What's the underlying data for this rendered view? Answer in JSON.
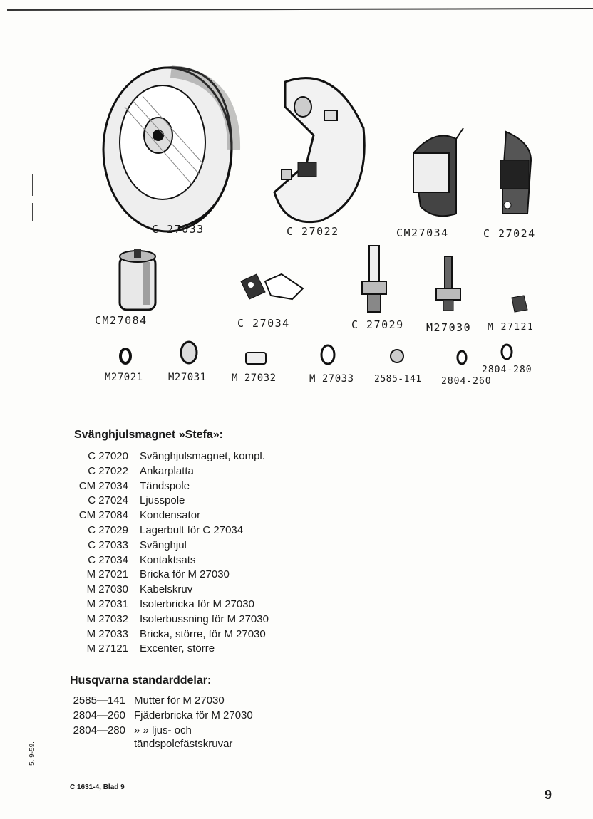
{
  "part_labels": [
    {
      "text": "C 27033"
    },
    {
      "text": "C 27022"
    },
    {
      "text": "CM27034"
    },
    {
      "text": "C 27024"
    },
    {
      "text": "CM27084"
    },
    {
      "text": "C 27034"
    },
    {
      "text": "C 27029"
    },
    {
      "text": "M27030"
    },
    {
      "text": "M 27121"
    },
    {
      "text": "M27021"
    },
    {
      "text": "M27031"
    },
    {
      "text": "M 27032"
    },
    {
      "text": "M 27033"
    },
    {
      "text": "2585-141"
    },
    {
      "text": "2804-280"
    },
    {
      "text": "2804-260"
    }
  ],
  "section1": {
    "title": "Svänghjulsmagnet »Stefa»:",
    "rows": [
      {
        "code": "C 27020",
        "desc": "Svänghjulsmagnet, kompl."
      },
      {
        "code": "C 27022",
        "desc": "Ankarplatta"
      },
      {
        "code": "CM 27034",
        "desc": "Tändspole"
      },
      {
        "code": "C 27024",
        "desc": "Ljusspole"
      },
      {
        "code": "CM 27084",
        "desc": "Kondensator"
      },
      {
        "code": "C 27029",
        "desc": "Lagerbult för C 27034"
      },
      {
        "code": "C 27033",
        "desc": "Svänghjul"
      },
      {
        "code": "C 27034",
        "desc": "Kontaktsats"
      },
      {
        "code": "M 27021",
        "desc": "Bricka för M 27030"
      },
      {
        "code": "M 27030",
        "desc": "Kabelskruv"
      },
      {
        "code": "M 27031",
        "desc": "Isolerbricka för M 27030"
      },
      {
        "code": "M 27032",
        "desc": "Isolerbussning för M 27030"
      },
      {
        "code": "M 27033",
        "desc": "Bricka, större, för M 27030"
      },
      {
        "code": "M 27121",
        "desc": "Excenter, större"
      }
    ]
  },
  "section2": {
    "title": "Husqvarna standarddelar:",
    "rows": [
      {
        "code": "2585—141",
        "desc": "Mutter för M 27030"
      },
      {
        "code": "2804—260",
        "desc": "Fjäderbricka för M 27030"
      },
      {
        "code": "2804—280",
        "desc": "»          »  ljus- och"
      }
    ],
    "continuation": "tändspolefästskruvar"
  },
  "footer": {
    "left": "C 1631-4, Blad 9",
    "side": "5. 9-59.",
    "page_number": "9"
  }
}
